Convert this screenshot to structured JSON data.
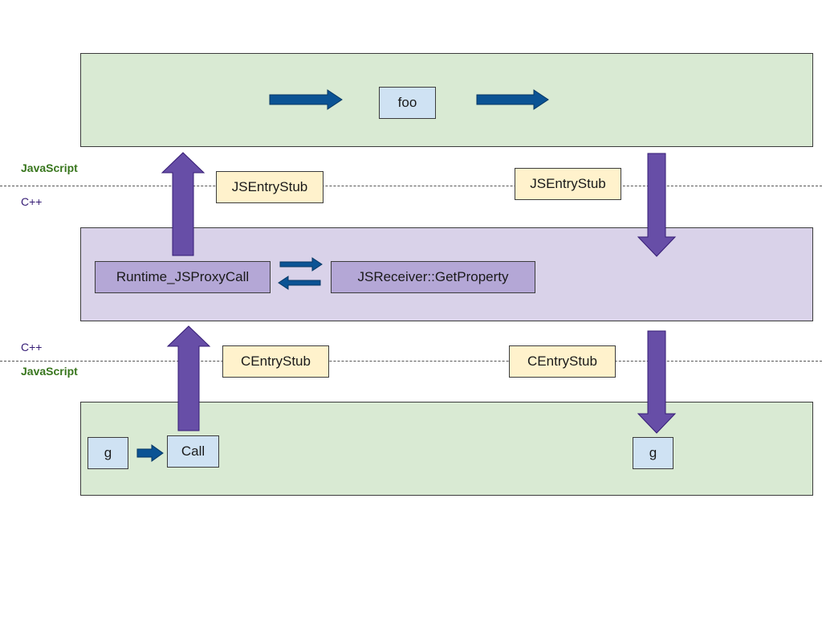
{
  "layer_labels": {
    "js_upper": "JavaScript",
    "cpp_upper": "C++",
    "cpp_lower": "C++",
    "js_lower": "JavaScript"
  },
  "nodes": {
    "foo": "foo",
    "js_entry_stub_left": "JSEntryStub",
    "js_entry_stub_right": "JSEntryStub",
    "runtime_js_proxy_call": "Runtime_JSProxyCall",
    "js_receiver_get_property": "JSReceiver::GetProperty",
    "c_entry_stub_left": "CEntryStub",
    "c_entry_stub_right": "CEntryStub",
    "g_left": "g",
    "call": "Call",
    "g_right": "g"
  },
  "colors": {
    "js_band": "#d9ead3",
    "cpp_band": "#d9d2e9",
    "function_box": "#cfe2f3",
    "stub_box": "#fff2cc",
    "cpp_box": "#b4a7d6",
    "flow_arrow": "#0b5394",
    "transition_arrow": "#674ea7",
    "javascript_label": "#38761d",
    "cpp_label": "#351c75"
  }
}
